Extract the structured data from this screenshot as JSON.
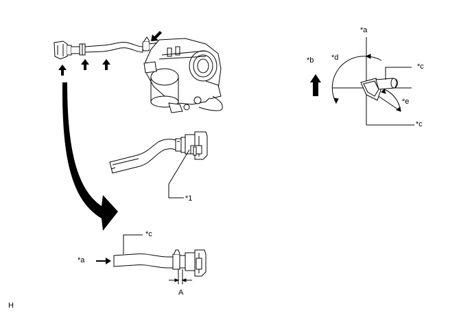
{
  "labels": {
    "a_top": "*a",
    "b": "*b",
    "d": "*d",
    "c_top": "*c",
    "e": "*e",
    "c_right": "*c",
    "one": "*1",
    "c_bottom": "*c",
    "a_bottom": "*a",
    "dim_A": "A",
    "corner_H": "H"
  }
}
